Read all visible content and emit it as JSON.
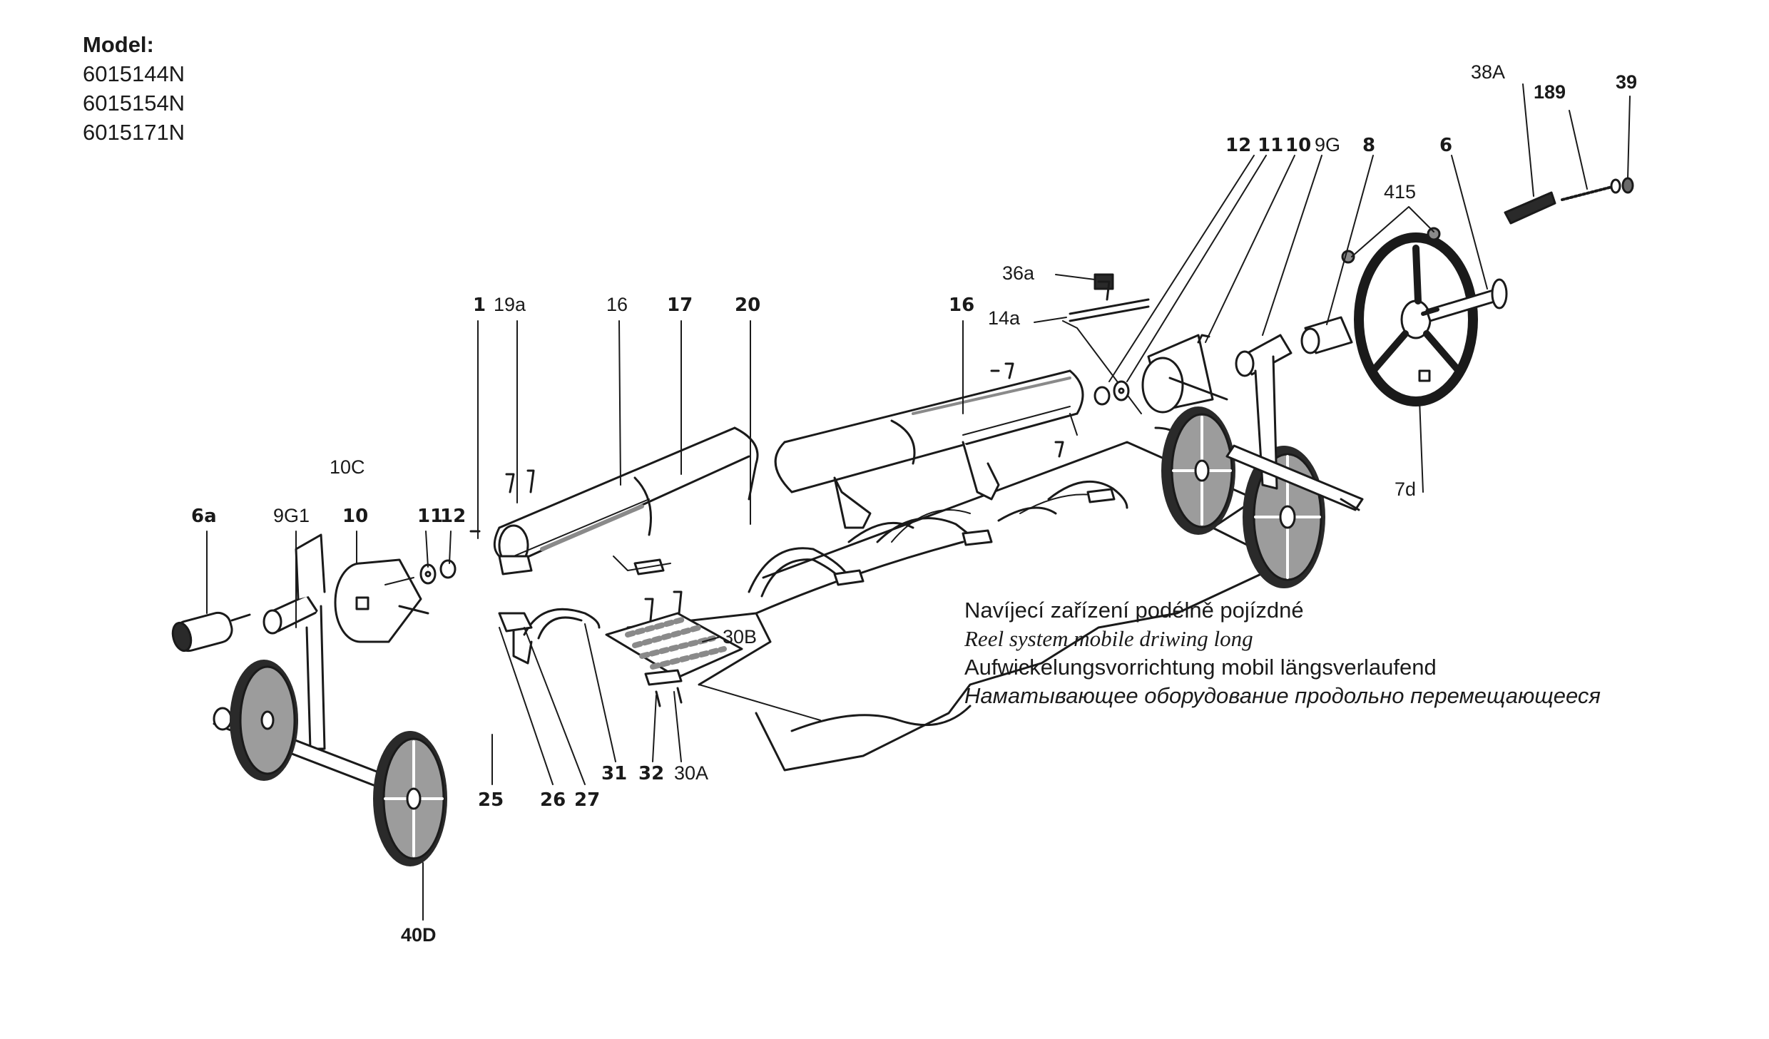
{
  "model": {
    "heading": "Model:",
    "numbers": [
      "6015144N",
      "6015154N",
      "6015171N"
    ]
  },
  "caption": {
    "cz": "Navíjecí zařízení podélně pojízdné",
    "en": "Reel system mobile driwing long",
    "de": "Aufwickelungsvorrichtung mobil längsverlaufend",
    "ru": "Наматывающее оборудование продольно перемещающееся"
  },
  "labels": {
    "l_38A": "38A",
    "l_189": "189",
    "l_39": "39",
    "l_12r": "12",
    "l_11r": "11",
    "l_10r": "10",
    "l_9G": "9G",
    "l_8": "8",
    "l_6": "6",
    "l_415": "415",
    "l_36a": "36a",
    "l_14a": "14a",
    "l_16r": "16",
    "l_7d": "7d",
    "l_1": "1",
    "l_19a": "19a",
    "l_16l": "16",
    "l_17": "17",
    "l_20": "20",
    "l_10C": "10C",
    "l_6a": "6a",
    "l_9G1": "9G1",
    "l_10l": "10",
    "l_11l": "11",
    "l_12l": "12",
    "l_30B": "30B",
    "l_31": "31",
    "l_32": "32",
    "l_30A": "30A",
    "l_25": "25",
    "l_26": "26",
    "l_27": "27",
    "l_40D": "40D"
  },
  "colors": {
    "ink": "#1a1a1a",
    "shade": "#8a8a8a",
    "wheel_fill": "#9c9c9c",
    "tire": "#2a2a2a",
    "paper": "#ffffff"
  }
}
